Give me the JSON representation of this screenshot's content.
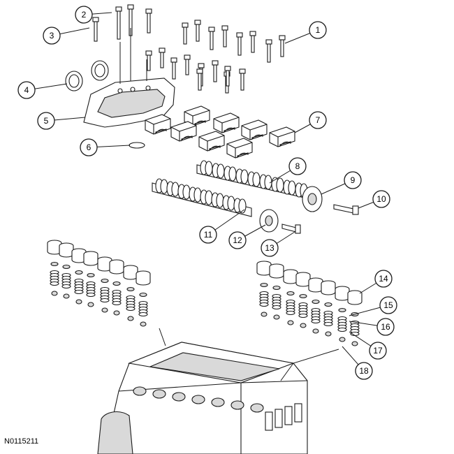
{
  "figure": {
    "id": "N0115211"
  },
  "callouts": [
    {
      "label": "1"
    },
    {
      "label": "2"
    },
    {
      "label": "3"
    },
    {
      "label": "4"
    },
    {
      "label": "5"
    },
    {
      "label": "6"
    },
    {
      "label": "7"
    },
    {
      "label": "8"
    },
    {
      "label": "9"
    },
    {
      "label": "10"
    },
    {
      "label": "11"
    },
    {
      "label": "12"
    },
    {
      "label": "13"
    },
    {
      "label": "14"
    },
    {
      "label": "15"
    },
    {
      "label": "16"
    },
    {
      "label": "17"
    },
    {
      "label": "18"
    }
  ],
  "colors": {
    "line": "#1a1a1a",
    "shade": "#d9d9d9",
    "background": "#ffffff"
  }
}
